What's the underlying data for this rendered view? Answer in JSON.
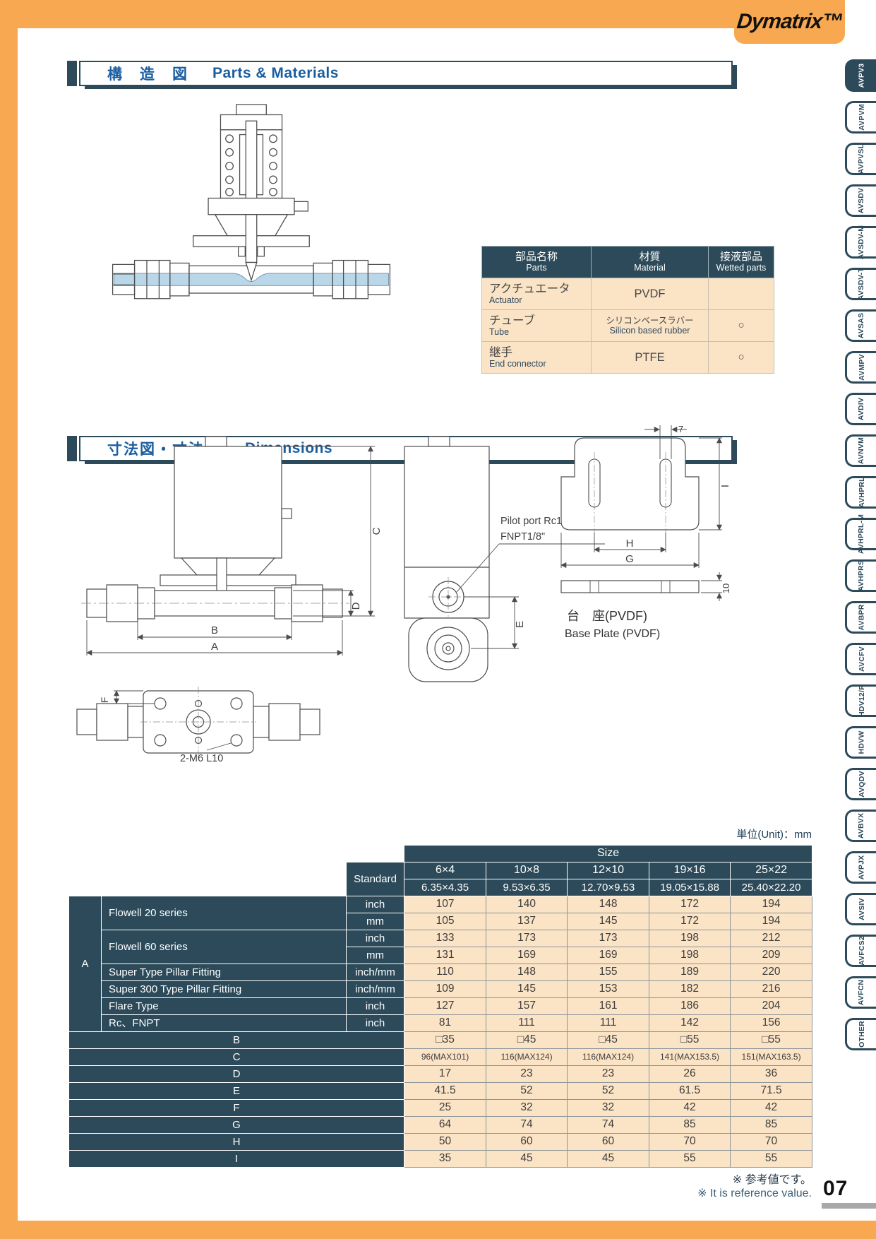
{
  "brand": {
    "logo": "Dymatrix™"
  },
  "sections": {
    "parts": {
      "title_jp": "構　造　図",
      "title_en": "Parts & Materials"
    },
    "dimensions": {
      "title_jp": "寸法図・寸法表",
      "title_en": "Dimensions"
    }
  },
  "parts_table": {
    "headers": {
      "parts_jp": "部品名称",
      "parts_en": "Parts",
      "material_jp": "材質",
      "material_en": "Material",
      "wetted_jp": "接液部品",
      "wetted_en": "Wetted parts"
    },
    "rows": [
      {
        "name_jp": "アクチュエータ",
        "name_en": "Actuator",
        "material_main": "PVDF",
        "material_sub": "",
        "wetted": ""
      },
      {
        "name_jp": "チューブ",
        "name_en": "Tube",
        "material_main": "シリコンベースラバー",
        "material_sub": "Silicon based rubber",
        "wetted": "○"
      },
      {
        "name_jp": "継手",
        "name_en": "End connector",
        "material_main": "PTFE",
        "material_sub": "",
        "wetted": "○"
      }
    ]
  },
  "drawings": {
    "pilot_port_line1": "Pilot port Rc1/8\"・",
    "pilot_port_line2": "FNPT1/8\"",
    "base_plate_jp": "台　座(PVDF)",
    "base_plate_en": "Base Plate (PVDF)",
    "bolt_note": "2-M6  L10",
    "dim_a": "A",
    "dim_b": "B",
    "dim_c": "C",
    "dim_d": "D",
    "dim_e": "E",
    "dim_f": "F",
    "dim_g": "G",
    "dim_h": "H",
    "dim_i": "I",
    "dim_7": "7",
    "dim_10": "10"
  },
  "unit_note": "単位(Unit)：mm",
  "dim_table": {
    "size_header": "Size",
    "standard_label": "Standard",
    "sizes": [
      {
        "top": "6×4",
        "bottom": "6.35×4.35"
      },
      {
        "top": "10×8",
        "bottom": "9.53×6.35"
      },
      {
        "top": "12×10",
        "bottom": "12.70×9.53"
      },
      {
        "top": "19×16",
        "bottom": "19.05×15.88"
      },
      {
        "top": "25×22",
        "bottom": "25.40×22.20"
      }
    ],
    "group_a_label": "A",
    "group_a_rows": [
      {
        "name": "Flowell 20 series",
        "name_span": 2,
        "unit": "inch",
        "values": [
          "107",
          "140",
          "148",
          "172",
          "194"
        ]
      },
      {
        "unit": "mm",
        "values": [
          "105",
          "137",
          "145",
          "172",
          "194"
        ]
      },
      {
        "name": "Flowell 60 series",
        "name_span": 2,
        "unit": "inch",
        "values": [
          "133",
          "173",
          "173",
          "198",
          "212"
        ]
      },
      {
        "unit": "mm",
        "values": [
          "131",
          "169",
          "169",
          "198",
          "209"
        ]
      },
      {
        "name": "Super Type Pillar Fitting",
        "name_span": 1,
        "unit": "inch/mm",
        "values": [
          "110",
          "148",
          "155",
          "189",
          "220"
        ]
      },
      {
        "name": "Super 300 Type Pillar Fitting",
        "name_span": 1,
        "unit": "inch/mm",
        "values": [
          "109",
          "145",
          "153",
          "182",
          "216"
        ]
      },
      {
        "name": "Flare Type",
        "name_span": 1,
        "unit": "inch",
        "values": [
          "127",
          "157",
          "161",
          "186",
          "204"
        ]
      },
      {
        "name": "Rc、FNPT",
        "name_span": 1,
        "unit": "inch",
        "values": [
          "81",
          "111",
          "111",
          "142",
          "156"
        ]
      }
    ],
    "letter_rows": [
      {
        "label": "B",
        "values": [
          "□35",
          "□45",
          "□45",
          "□55",
          "□55"
        ]
      },
      {
        "label": "C",
        "small": true,
        "values": [
          "96(MAX101)",
          "116(MAX124)",
          "116(MAX124)",
          "141(MAX153.5)",
          "151(MAX163.5)"
        ]
      },
      {
        "label": "D",
        "values": [
          "17",
          "23",
          "23",
          "26",
          "36"
        ]
      },
      {
        "label": "E",
        "values": [
          "41.5",
          "52",
          "52",
          "61.5",
          "71.5"
        ]
      },
      {
        "label": "F",
        "values": [
          "25",
          "32",
          "32",
          "42",
          "42"
        ]
      },
      {
        "label": "G",
        "values": [
          "64",
          "74",
          "74",
          "85",
          "85"
        ]
      },
      {
        "label": "H",
        "values": [
          "50",
          "60",
          "60",
          "70",
          "70"
        ]
      },
      {
        "label": "I",
        "values": [
          "35",
          "45",
          "45",
          "55",
          "55"
        ]
      }
    ]
  },
  "footer": {
    "note_jp": "※ 参考値です。",
    "note_en": "※ It is reference value.",
    "page_number": "07"
  },
  "sidebar": {
    "active": "AVPV3",
    "tabs": [
      "AVPV3",
      "AVPVM",
      "AVPVSL",
      "AVSDV",
      "AVSDV-M",
      "AVSDV-T",
      "AVSAS",
      "AVMPV",
      "AVDIV",
      "AVNVM",
      "AVHPRL",
      "AVHPRL-M",
      "AVHPRS",
      "AVBPR",
      "AVCFV",
      "HDV12/R",
      "HDVW",
      "AVQDV",
      "AVBVX",
      "AVPJX",
      "AVSIV",
      "AVFCS2",
      "AVFCN",
      "OTHER"
    ]
  }
}
